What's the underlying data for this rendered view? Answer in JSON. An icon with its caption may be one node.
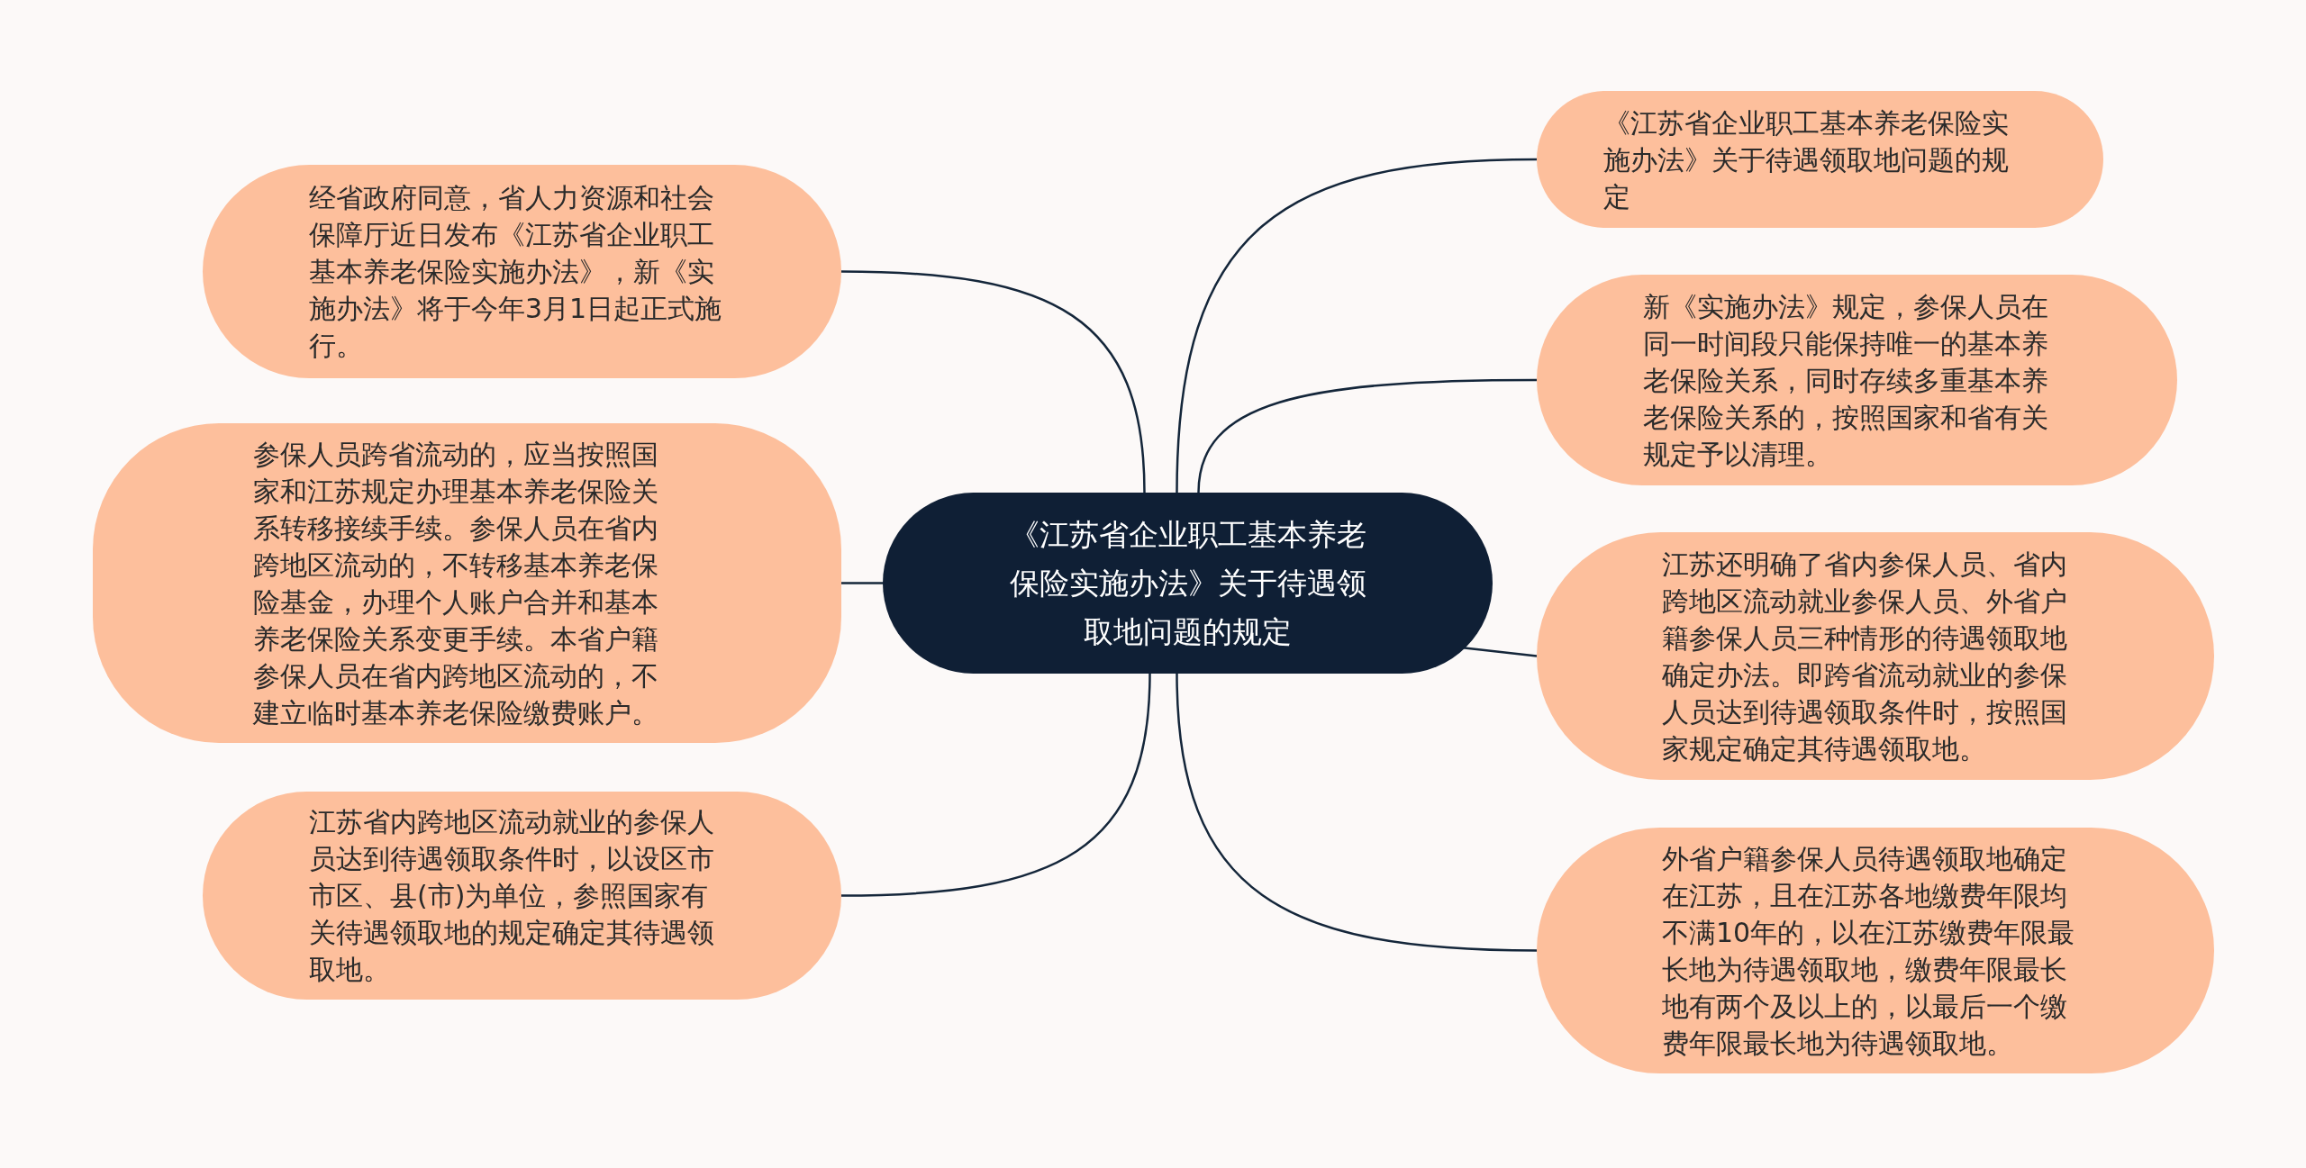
{
  "diagram": {
    "nodes": [
      {
        "text": [
          "《江苏省企业职工基本养老保险实施办法》关于待遇领取地问题的规定"
        ]
      },
      {
        "text": [
          "经省政府同意，省人力资源和社会保障厅近日发布《江苏省企业职工基本养老保险实施办法》，新《实施办法》将于今年3月1日起正式施行。"
        ]
      },
      {
        "text": [
          "参保人员跨省流动的，应当按照国家和江苏规定办理基本养老保险关系转移接续手续。参保人员在省内跨地区流动的，不转移基本养老保险基金，办理个人账户合并和基本养老保险关系变更手续。本省户籍参保人员在省内跨地区流动的，不建立临时基本养老保险缴费账户。"
        ]
      },
      {
        "text": [
          "江苏省内跨地区流动就业的参保人员达到待遇领取条件时，以设区市市区、县(市)为单位，参照国家有关待遇领取地的规定确定其待遇领取地。"
        ]
      },
      {
        "text": [
          "《江苏省企业职工基本养老保险实施办法》关于待遇领取地问题的规定"
        ]
      },
      {
        "text": [
          "新《实施办法》规定，参保人员在同一时间段只能保持唯一的基本养老保险关系，同时存续多重基本养老保险关系的，按照国家和省有关规定予以清理。"
        ]
      },
      {
        "text": [
          "江苏还明确了省内参保人员、省内跨地区流动就业参保人员、外省户籍参保人员三种情形的待遇领取地确定办法。即跨省流动就业的参保人员达到待遇领取条件时，按照国家规定确定其待遇领取地。"
        ]
      },
      {
        "text": [
          "外省户籍参保人员待遇领取地确定在江苏，且在江苏各地缴费年限均不满10年的，以在江苏缴费年限最长地为待遇领取地，缴费年限最长地有两个及以上的，以最后一个缴费年限最长地为待遇领取地。"
        ]
      }
    ],
    "edges": [
      {
        "from": 0,
        "to": 1,
        "arrow": "none"
      },
      {
        "from": 0,
        "to": 2,
        "arrow": "none"
      },
      {
        "from": 0,
        "to": 3,
        "arrow": "none"
      },
      {
        "from": 0,
        "to": 4,
        "arrow": "none"
      },
      {
        "from": 0,
        "to": 5,
        "arrow": "none"
      },
      {
        "from": 0,
        "to": 6,
        "arrow": "none"
      },
      {
        "from": 0,
        "to": 7,
        "arrow": "none"
      }
    ]
  }
}
